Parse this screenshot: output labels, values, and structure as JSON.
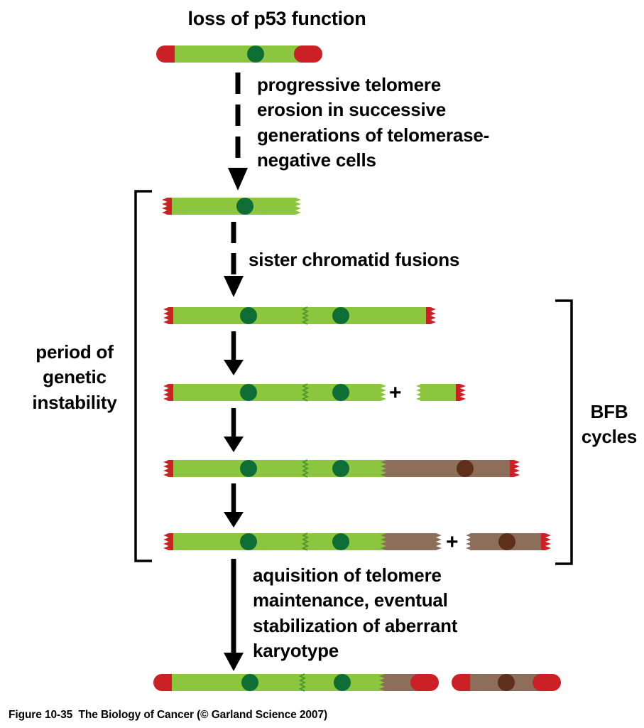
{
  "title": "loss of p53 function",
  "labels": {
    "erosion": "progressive telomere\nerosion in successive\ngenerations of telomerase-\nnegative cells",
    "fusion": "sister chromatid fusions",
    "stabilization": "aquisition of telomere\nmaintenance, eventual\nstabilization of aberrant\nkaryotype",
    "period": "period of\ngenetic\ninstability",
    "bfb": "BFB\ncycles",
    "plus": "+"
  },
  "caption": "Figure 10-35  The Biology of Cancer (© Garland Science 2007)",
  "colors": {
    "chromatid_green": "#8cc63f",
    "centromere_green": "#0e6e35",
    "telomere_red": "#cc2027",
    "translocated_brown": "#8d6e5b",
    "centromere_brown": "#5e2f1b",
    "fusion_zigzag": "#4f9a2c",
    "text": "#000000"
  }
}
